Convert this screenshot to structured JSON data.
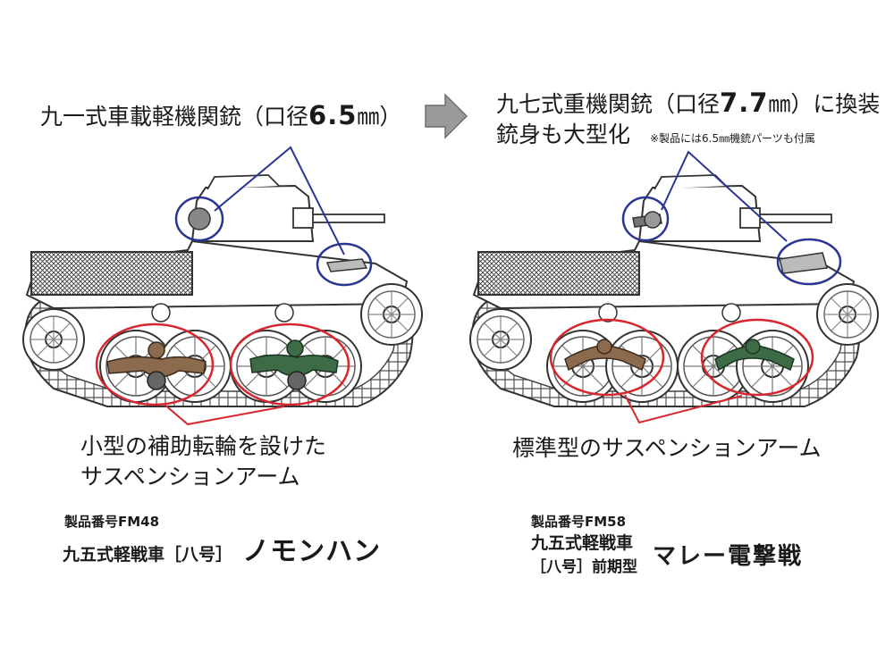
{
  "left": {
    "gun_caption_prefix": "九一式車載軽機関銃（口径",
    "gun_caliber": "6.5",
    "gun_caption_suffix": "㎜）",
    "suspension_line1": "小型の補助転輪を設けた",
    "suspension_line2": "サスペンションアーム",
    "product_number": "製品番号FM48",
    "product_name": "九五式軽戦車［八号］",
    "product_subtitle": "ノモンハン"
  },
  "right": {
    "gun_caption_prefix": "九七式重機関銃（口径",
    "gun_caliber": "7.7",
    "gun_caption_suffix": "㎜）に換装",
    "gun_caption_line2": "銃身も大型化",
    "note": "※製品には6.5㎜機銃パーツも付属",
    "suspension_caption": "標準型のサスペンションアーム",
    "product_number": "製品番号FM58",
    "product_name_line1": "九五式軽戦車",
    "product_name_line2": "［八号］前期型",
    "product_subtitle": "マレー電撃戦"
  },
  "colors": {
    "callout_blue": "#2b3592",
    "callout_red": "#d8262c",
    "arm_brown": "#8c6a4e",
    "arm_green": "#3d6b45",
    "arrow_gray": "#8a8a8a"
  },
  "icons": [
    "right-arrow-icon"
  ]
}
